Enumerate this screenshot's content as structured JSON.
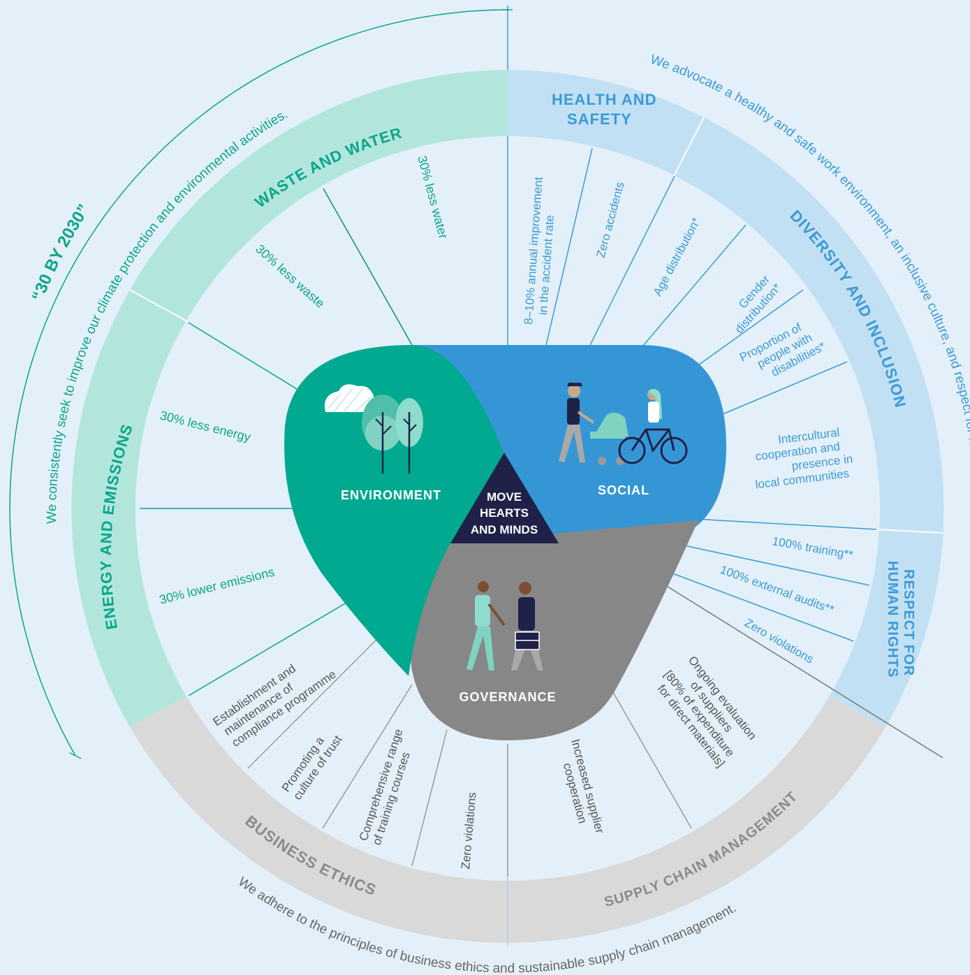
{
  "center": {
    "label_lines": [
      "MOVE",
      "HEARTS",
      "AND MINDS"
    ]
  },
  "pillars": {
    "environment": {
      "label": "ENVIRONMENT",
      "color": "#00a98f"
    },
    "social": {
      "label": "SOCIAL",
      "color": "#3596d6"
    },
    "governance": {
      "label": "GOVERNANCE",
      "color": "#878787"
    }
  },
  "categories": {
    "waste_water": "WASTE AND WATER",
    "energy_emissions": "ENERGY AND EMISSIONS",
    "health_safety_lines": [
      "HEALTH AND",
      "SAFETY"
    ],
    "diversity_inclusion": "DIVERSITY AND INCLUSION",
    "human_rights_lines": [
      "RESPECT FOR",
      "HUMAN RIGHTS"
    ],
    "business_ethics": "BUSINESS ETHICS",
    "supply_chain": "SUPPLY CHAIN MANAGEMENT"
  },
  "outer_texts": {
    "environment_headline": "“30 BY 2030”",
    "environment_statement": "We consistently seek to improve our climate protection and environmental activities.",
    "social_statement": "We advocate a healthy and safe work environment, an inclusive culture, and respect for human rights.",
    "governance_statement": "We adhere to the principles of business ethics and sustainable supply chain management."
  },
  "goals": {
    "water": "30% less water",
    "waste": "30% less waste",
    "energy": "30% less energy",
    "emissions": "30% lower emissions",
    "accident_rate_lines": [
      "8–10% annual improvement",
      "in the accident rate"
    ],
    "zero_accidents": "Zero accidents",
    "age_distribution": "Age distribution*",
    "gender_lines": [
      "Gender",
      "distribution*"
    ],
    "disabilities_lines": [
      "Proportion of",
      "people with",
      "disabilities*"
    ],
    "intercultural_lines": [
      "Intercultural",
      "cooperation and",
      "presence in",
      "local communities"
    ],
    "training": "100% training**",
    "external_audits": "100% external audits**",
    "hr_zero_violations": "Zero violations",
    "supplier_eval_lines": [
      "Ongoing evaluation",
      "of suppliers",
      "[80% of expenditure",
      "for direct materials]"
    ],
    "supplier_coop_lines": [
      "Increased supplier",
      "cooperation"
    ],
    "be_zero_violations": "Zero violations",
    "training_courses_lines": [
      "Comprehensive range",
      "of training courses"
    ],
    "trust_lines": [
      "Promoting a",
      "culture of trust"
    ],
    "compliance_lines": [
      "Establishment and",
      "maintenance of",
      "compliance programme"
    ]
  },
  "colors": {
    "background": "#e4f0f9",
    "env_ring": "#b2e6dc",
    "env_text": "#0aa58a",
    "social_ring": "#c2e0f4",
    "social_text": "#3a9ad6",
    "gov_ring": "#d9d9d9",
    "gov_text": "#6f6f6f",
    "center": "#1f2148"
  }
}
